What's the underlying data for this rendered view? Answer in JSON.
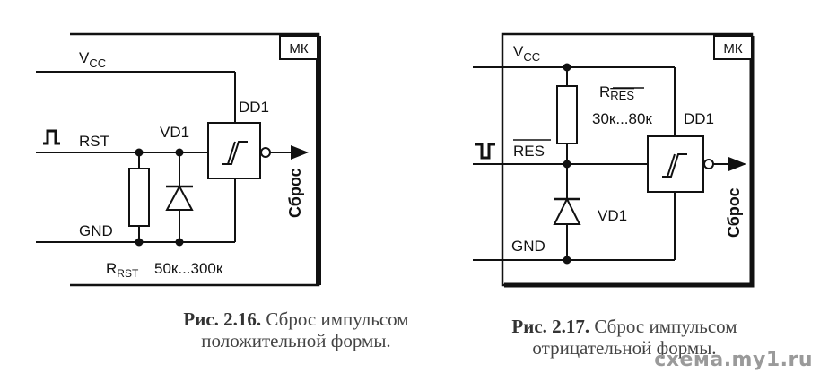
{
  "figure1": {
    "mk_label": "МК",
    "vcc_main": "V",
    "vcc_sub": "CC",
    "rst_label": "RST",
    "vd_label": "VD1",
    "dd_label": "DD1",
    "gnd_label": "GND",
    "r_main": "R",
    "r_sub": "RST",
    "r_value": "50к...300к",
    "output_label": "Сброс",
    "caption_number": "Рис. 2.16.",
    "caption_line1": "Сброс импульсом",
    "caption_line2": "положительной формы."
  },
  "figure2": {
    "mk_label": "МК",
    "vcc_main": "V",
    "vcc_sub": "CC",
    "res_label": "RES",
    "r_main": "R",
    "r_sub": "RES",
    "r_value": "30к...80к",
    "dd_label": "DD1",
    "vd_label": "VD1",
    "gnd_label": "GND",
    "output_label": "Сброс",
    "caption_number": "Рис. 2.17.",
    "caption_line1": "Сброс импульсом",
    "caption_line2": "отрицательной формы."
  },
  "watermark": "схема.my1.ru",
  "colors": {
    "line": "#111111",
    "caption": "#444444",
    "watermark": "#9a9a9a"
  }
}
